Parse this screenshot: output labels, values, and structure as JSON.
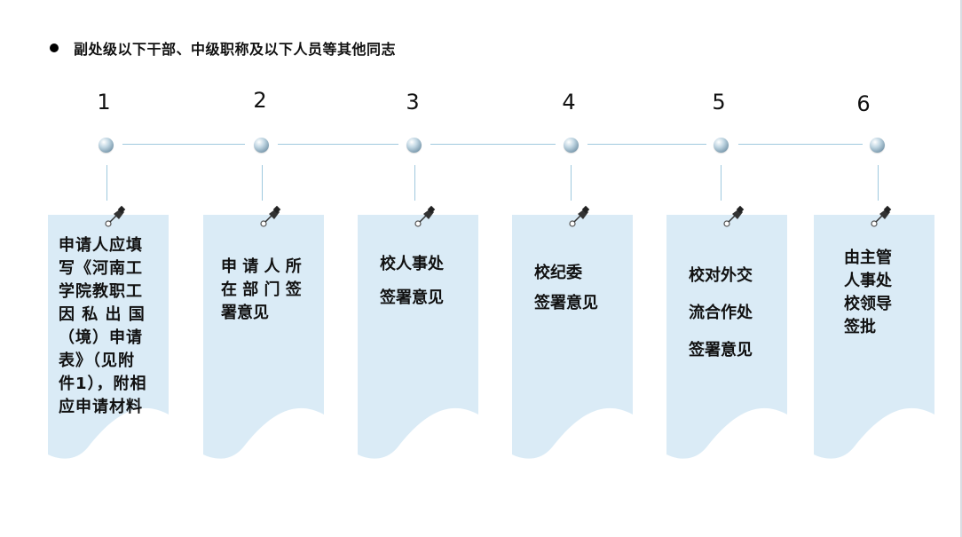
{
  "heading": "副处级以下干部、中级职称及以下人员等其他同志",
  "colors": {
    "card_fill": "#daebf6",
    "line": "#9fc9de",
    "node": "#7d9cb0"
  },
  "steps": [
    {
      "number": "1",
      "text": "申请人应填\n写《河南工\n学院教职工\n因 私 出 国\n（境）申请\n表》（见附\n件1），附相\n应申请材料"
    },
    {
      "number": "2",
      "text": "申 请 人 所\n在 部 门 签\n署意见"
    },
    {
      "number": "3",
      "text": "校人事处\n\n签署意见"
    },
    {
      "number": "4",
      "text": "校纪委\n\n签署意见"
    },
    {
      "number": "5",
      "text": "校对外交\n\n流合作处\n\n签署意见"
    },
    {
      "number": "6",
      "text": "由主管\n人事处\n校领导\n签批"
    }
  ]
}
